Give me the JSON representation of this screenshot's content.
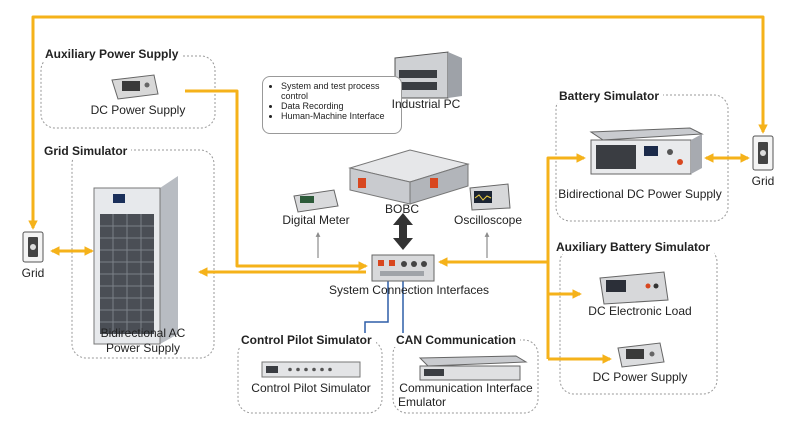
{
  "groups": {
    "auxiliary_power_supply": {
      "title": "Auxiliary Power Supply",
      "device": "DC Power Supply"
    },
    "grid_simulator": {
      "title": "Grid Simulator",
      "device_line1": "Bidirectional AC",
      "device_line2": "Power Supply"
    },
    "battery_simulator": {
      "title": "Battery Simulator",
      "device": "Bidirectional DC Power Supply"
    },
    "auxiliary_battery_simulator": {
      "title": "Auxiliary Battery Simulator",
      "device_1": "DC Electronic Load",
      "device_2": "DC Power Supply"
    },
    "control_pilot_simulator": {
      "title": "Control Pilot Simulator",
      "device": "Control Pilot Simulator"
    },
    "can_communication": {
      "title": "CAN Communication",
      "device_line1": "Communication Interface",
      "device_line2": "Emulator"
    }
  },
  "industrial_pc": {
    "label": "Industrial PC",
    "bullets": [
      "System and test process control",
      "Data Recording",
      "Human-Machine Interface"
    ]
  },
  "devices": {
    "digital_meter": "Digital Meter",
    "bobc": "BOBC",
    "oscilloscope": "Oscilloscope",
    "system_connection": "System Connection Interfaces",
    "grid_left": "Grid",
    "grid_right": "Grid"
  },
  "colors": {
    "power_line": "#F5B21A",
    "signal_line": "#2E5FA8",
    "data_arrow": "#8C8C8C",
    "group_border": "#9A9A9A"
  }
}
